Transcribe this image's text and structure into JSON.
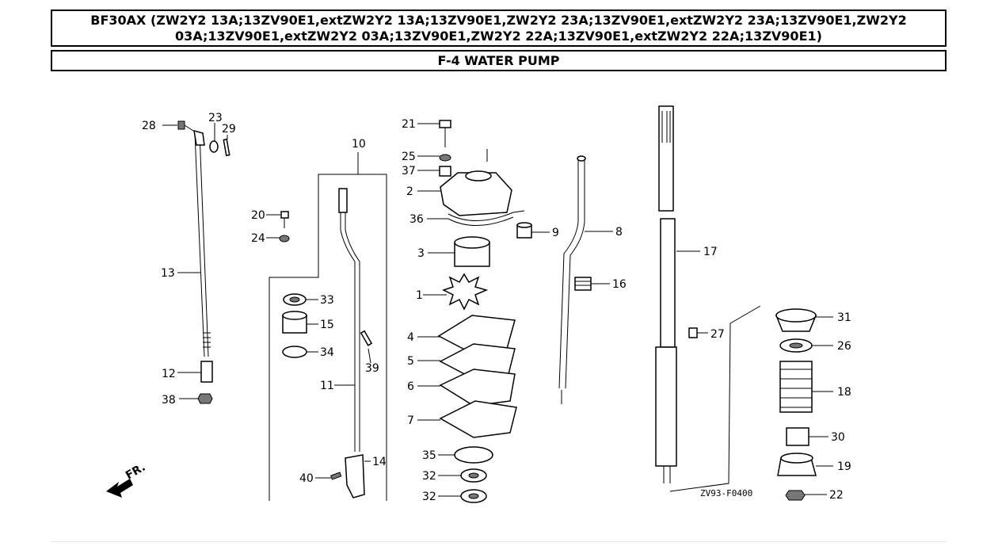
{
  "header": {
    "model_title": "BF30AX (ZW2Y2 13A;13ZV90E1,extZW2Y2 13A;13ZV90E1,ZW2Y2 23A;13ZV90E1,extZW2Y2 23A;13ZV90E1,ZW2Y2 03A;13ZV90E1,extZW2Y2 03A;13ZV90E1,ZW2Y2 22A;13ZV90E1,extZW2Y2 22A;13ZV90E1)",
    "section_title": "F-4 WATER PUMP"
  },
  "diagram": {
    "drawing_code": "ZV93-F0400",
    "front_marker": "FR.",
    "callouts": {
      "c1": "1",
      "c2": "2",
      "c3": "3",
      "c4": "4",
      "c5": "5",
      "c6": "6",
      "c7": "7",
      "c8": "8",
      "c9": "9",
      "c10": "10",
      "c11": "11",
      "c12": "12",
      "c13": "13",
      "c14": "14",
      "c15": "15",
      "c16": "16",
      "c17": "17",
      "c18": "18",
      "c19": "19",
      "c20": "20",
      "c21": "21",
      "c22": "22",
      "c23": "23",
      "c24": "24",
      "c25": "25",
      "c26": "26",
      "c27": "27",
      "c28": "28",
      "c29": "29",
      "c30": "30",
      "c31": "31",
      "c32a": "32",
      "c32b": "32",
      "c33": "33",
      "c34": "34",
      "c35": "35",
      "c36": "36",
      "c37": "37",
      "c38": "38",
      "c39": "39",
      "c40": "40"
    }
  }
}
